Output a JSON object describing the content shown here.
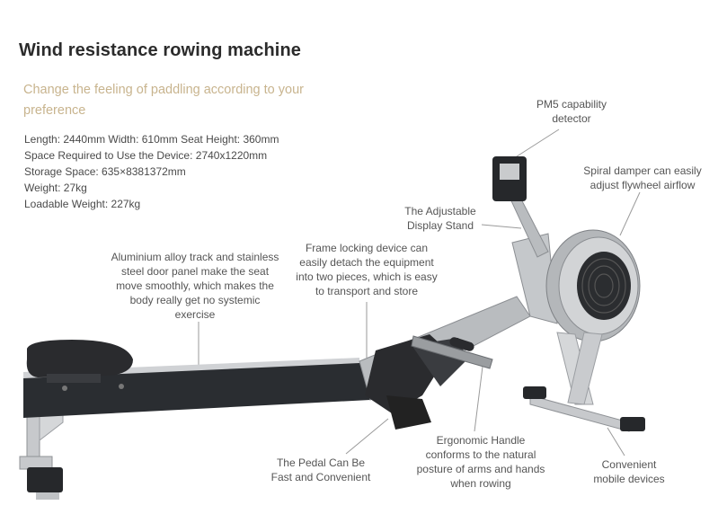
{
  "title": "Wind resistance rowing machine",
  "subtitle": "Change the feeling of paddling according to your preference",
  "specs": [
    "Length: 2440mm Width: 610mm Seat Height: 360mm",
    "Space Required to Use the Device: 2740x1220mm",
    "Storage Space: 635×8381372mm",
    "Weight: 27kg",
    "Loadable Weight: 227kg"
  ],
  "annotations": {
    "pm5": [
      "PM5 capability",
      "detector"
    ],
    "damper": [
      "Spiral damper can easily",
      "adjust flywheel airflow"
    ],
    "display_stand": [
      "The Adjustable",
      "Display Stand"
    ],
    "frame_lock": [
      "Frame locking device can",
      "easily detach the equipment",
      "into two pieces, which is easy",
      "to transport and store"
    ],
    "track": [
      "Aluminium alloy track and stainless",
      "steel door panel make the seat",
      "move smoothly, which makes the",
      "body really get no systemic",
      "exercise"
    ],
    "pedal": [
      "The Pedal Can Be",
      "Fast and Convenient"
    ],
    "handle": [
      "Ergonomic Handle",
      "conforms to the natural",
      "posture of arms and hands",
      "when rowing"
    ],
    "mobile": [
      "Convenient",
      "mobile devices"
    ]
  },
  "colors": {
    "title": "#2b2b2b",
    "subtitle": "#c8b48e",
    "frame": "#b9bcbf",
    "rail": "#2a2d31"
  }
}
